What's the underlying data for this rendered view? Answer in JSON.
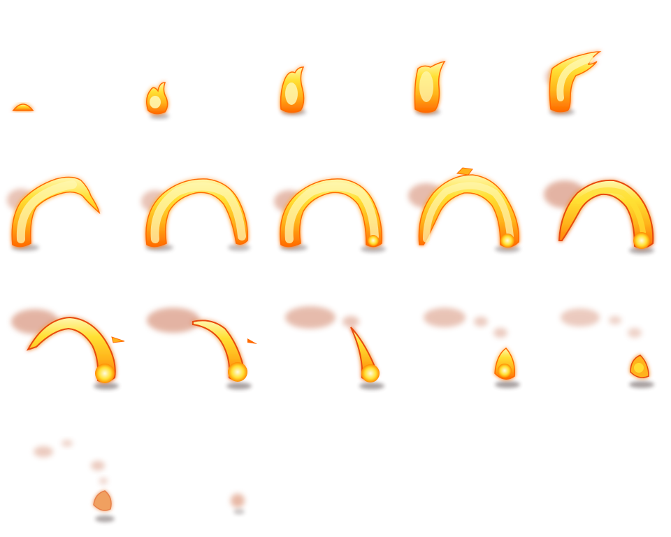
{
  "sprite_sheet": {
    "columns": 5,
    "rows": 4,
    "frame_count": 17,
    "colors": {
      "core": "#fff7b0",
      "inner": "#ffe033",
      "mid": "#ffb21a",
      "edge": "#ff6a00",
      "deep": "#e84a0a",
      "smoke": "#c86a4a",
      "shadow": "#3a2a2a"
    },
    "frames": [
      {
        "fire": 0.05,
        "smoke": 0.0
      },
      {
        "fire": 0.12,
        "smoke": 0.0
      },
      {
        "fire": 0.18,
        "smoke": 0.0
      },
      {
        "fire": 0.24,
        "smoke": 0.0
      },
      {
        "fire": 0.36,
        "smoke": 0.1
      },
      {
        "fire": 0.55,
        "smoke": 0.2
      },
      {
        "fire": 0.85,
        "smoke": 0.2
      },
      {
        "fire": 1.0,
        "smoke": 0.25
      },
      {
        "fire": 1.0,
        "smoke": 0.35
      },
      {
        "fire": 0.92,
        "smoke": 0.5
      },
      {
        "fire": 0.7,
        "smoke": 0.7
      },
      {
        "fire": 0.55,
        "smoke": 0.75
      },
      {
        "fire": 0.35,
        "smoke": 0.7
      },
      {
        "fire": 0.2,
        "smoke": 0.6
      },
      {
        "fire": 0.15,
        "smoke": 0.5
      },
      {
        "fire": 0.08,
        "smoke": 0.4
      },
      {
        "fire": 0.03,
        "smoke": 0.25
      }
    ]
  }
}
